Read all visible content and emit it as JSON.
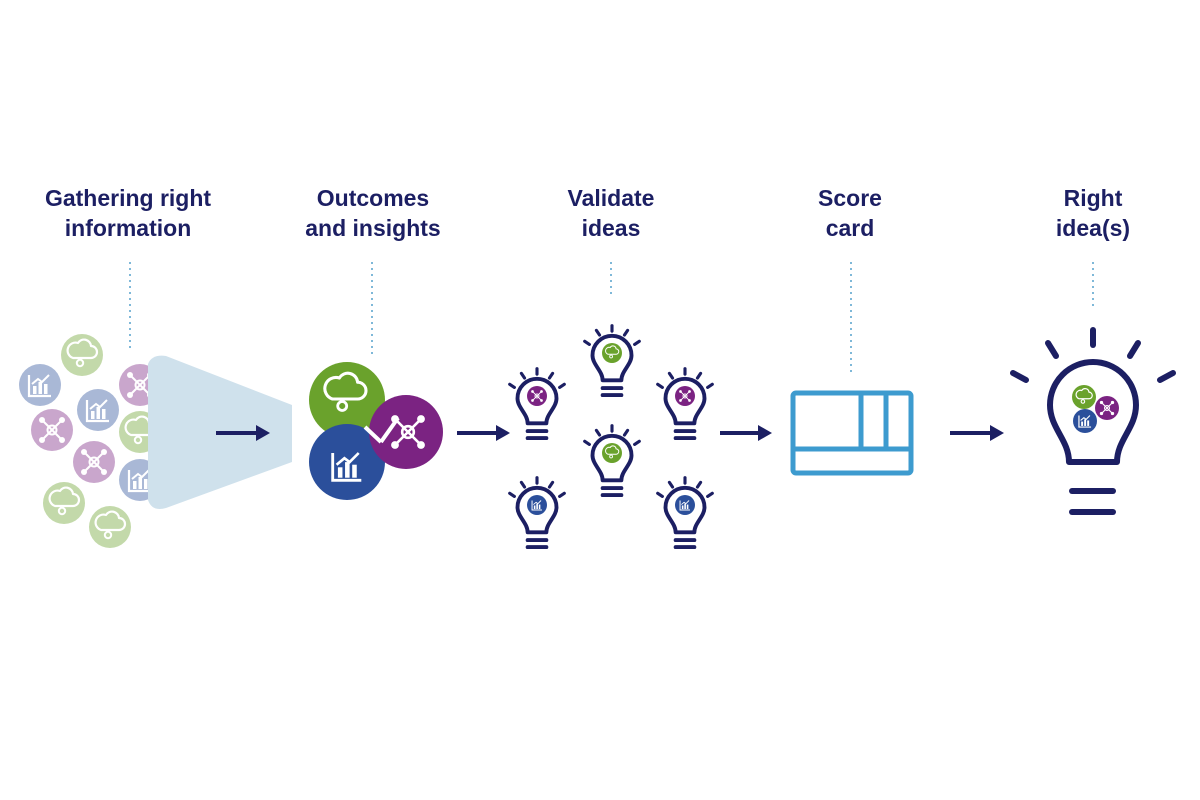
{
  "stages": [
    {
      "line1": "Gathering right",
      "line2": "information"
    },
    {
      "line1": "Outcomes",
      "line2": "and insights"
    },
    {
      "line1": "Validate",
      "line2": "ideas"
    },
    {
      "line1": "Score",
      "line2": "card"
    },
    {
      "line1": "Right",
      "line2": "idea(s)"
    }
  ],
  "colors": {
    "navy": "#1c1f63",
    "green": "#6aa22c",
    "purple": "#7b2382",
    "blue": "#2b4f9b",
    "funnel": "#cfe1ec",
    "scorecard": "#3d9bcf",
    "dotted": "#7fb8d8"
  },
  "icons": {
    "gather": [
      "cloud-gear-icon",
      "bar-chart-icon",
      "network-icon"
    ],
    "outcomes": [
      "cloud-gear-icon",
      "network-icon",
      "bar-chart-icon"
    ],
    "ideas": [
      "lightbulb-icon"
    ],
    "scorecard": [
      "scorecard-icon"
    ]
  }
}
